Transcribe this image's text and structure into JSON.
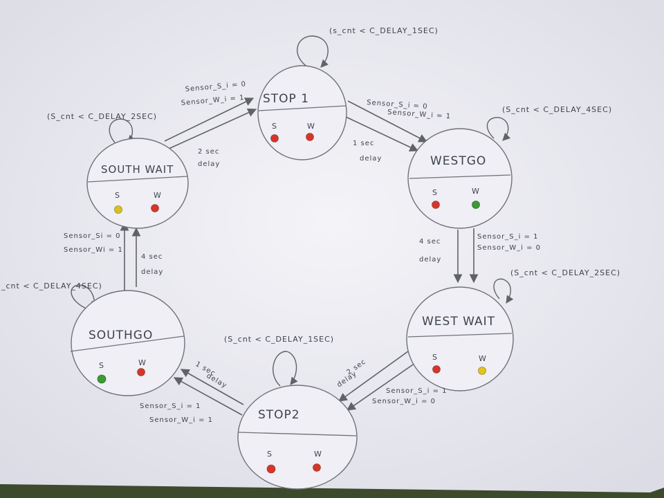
{
  "states": [
    {
      "id": "stop1",
      "name": "STOP 1",
      "s_label": "S",
      "w_label": "W",
      "s_color": "#d7342a",
      "w_color": "#d7342a",
      "self_loop": "(s_cnt < C_DELAY_1SEC)"
    },
    {
      "id": "westgo",
      "name": "WESTGO",
      "s_label": "S",
      "w_label": "W",
      "s_color": "#d7342a",
      "w_color": "#3c9a37",
      "self_loop": "(S_cnt < C_DELAY_4SEC)"
    },
    {
      "id": "westwait",
      "name": "WEST WAIT",
      "s_label": "S",
      "w_label": "W",
      "s_color": "#d7342a",
      "w_color": "#e0c520",
      "self_loop": "(S_cnt < C_DELAY_2SEC)"
    },
    {
      "id": "stop2",
      "name": "STOP2",
      "s_label": "S",
      "w_label": "W",
      "s_color": "#d7342a",
      "w_color": "#d7342a",
      "self_loop": "(S_cnt < C_DELAY_1SEC)"
    },
    {
      "id": "southgo",
      "name": "SOUTHGO",
      "s_label": "S",
      "w_label": "W",
      "s_color": "#3c9a37",
      "w_color": "#d7342a",
      "self_loop": "_cnt < C_DELAY_4SEC)"
    },
    {
      "id": "southwait",
      "name": "SOUTH WAIT",
      "s_label": "S",
      "w_label": "W",
      "s_color": "#d9c020",
      "w_color": "#d7342a",
      "self_loop": "(S_cnt < C_DELAY_2SEC)"
    }
  ],
  "transitions": [
    {
      "from": "stop1",
      "to": "westgo",
      "sensor_s": "Sensor_S_i = 0",
      "sensor_w": "Sensor_W_i = 1",
      "delay": [
        "1 sec",
        "delay"
      ]
    },
    {
      "from": "westgo",
      "to": "westwait",
      "sensor_s": "Sensor_S_i = 1",
      "sensor_w": "Sensor_W_i = 0",
      "delay": [
        "4 sec",
        "delay"
      ]
    },
    {
      "from": "westwait",
      "to": "stop2",
      "sensor_s": "Sensor_S_i = 1",
      "sensor_w": "Sensor_W_i = 0",
      "delay": [
        "2 sec",
        "delay"
      ]
    },
    {
      "from": "stop2",
      "to": "southgo",
      "sensor_s": "Sensor_S_i = 1",
      "sensor_w": "Sensor_W_i = 1",
      "delay": [
        "1 sec",
        "delay"
      ]
    },
    {
      "from": "southgo",
      "to": "southwait",
      "sensor_s": "Sensor_Si = 0",
      "sensor_w": "Sensor_Wi = 1",
      "delay": [
        "4 sec",
        "delay"
      ]
    },
    {
      "from": "southwait",
      "to": "stop1",
      "sensor_s": "Sensor_S_i = 0",
      "sensor_w": "Sensor_W_i = 1",
      "delay": [
        "2 sec",
        "delay"
      ]
    }
  ]
}
